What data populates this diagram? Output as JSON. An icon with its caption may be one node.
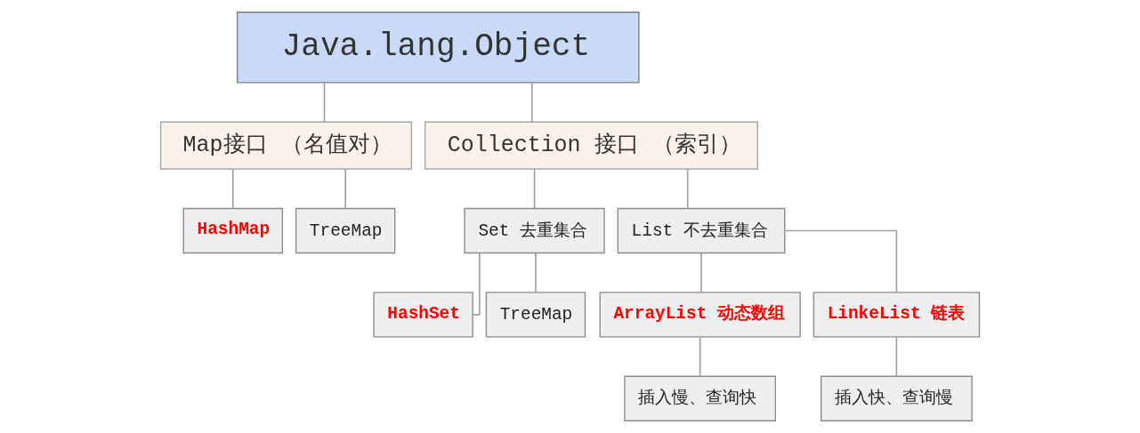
{
  "diagram": {
    "nodes": [
      {
        "text": [
          "Java.lang.Object"
        ]
      },
      {
        "text": [
          "Map接口 （名值对）"
        ]
      },
      {
        "text": [
          "Collection 接口 （索引）"
        ]
      },
      {
        "text": [
          "HashMap"
        ]
      },
      {
        "text": [
          "TreeMap"
        ]
      },
      {
        "text": [
          "Set 去重集合"
        ]
      },
      {
        "text": [
          "List 不去重集合"
        ]
      },
      {
        "text": [
          "HashSet"
        ]
      },
      {
        "text": [
          "TreeMap"
        ]
      },
      {
        "text": [
          "ArrayList 动态数组"
        ]
      },
      {
        "text": [
          "LinkeList 链表"
        ]
      },
      {
        "text": [
          "插入慢、查询快"
        ]
      },
      {
        "text": [
          "插入快、查询慢"
        ]
      }
    ],
    "edges": [
      {
        "from": 0,
        "to": 1,
        "arrow": "none"
      },
      {
        "from": 0,
        "to": 2,
        "arrow": "none"
      },
      {
        "from": 1,
        "to": 3,
        "arrow": "none"
      },
      {
        "from": 1,
        "to": 4,
        "arrow": "none"
      },
      {
        "from": 2,
        "to": 5,
        "arrow": "none"
      },
      {
        "from": 2,
        "to": 6,
        "arrow": "none"
      },
      {
        "from": 5,
        "to": 7,
        "arrow": "none"
      },
      {
        "from": 5,
        "to": 8,
        "arrow": "none"
      },
      {
        "from": 6,
        "to": 9,
        "arrow": "none"
      },
      {
        "from": 6,
        "to": 10,
        "arrow": "none"
      },
      {
        "from": 9,
        "to": 11,
        "arrow": "none"
      },
      {
        "from": 10,
        "to": 12,
        "arrow": "none"
      }
    ]
  }
}
